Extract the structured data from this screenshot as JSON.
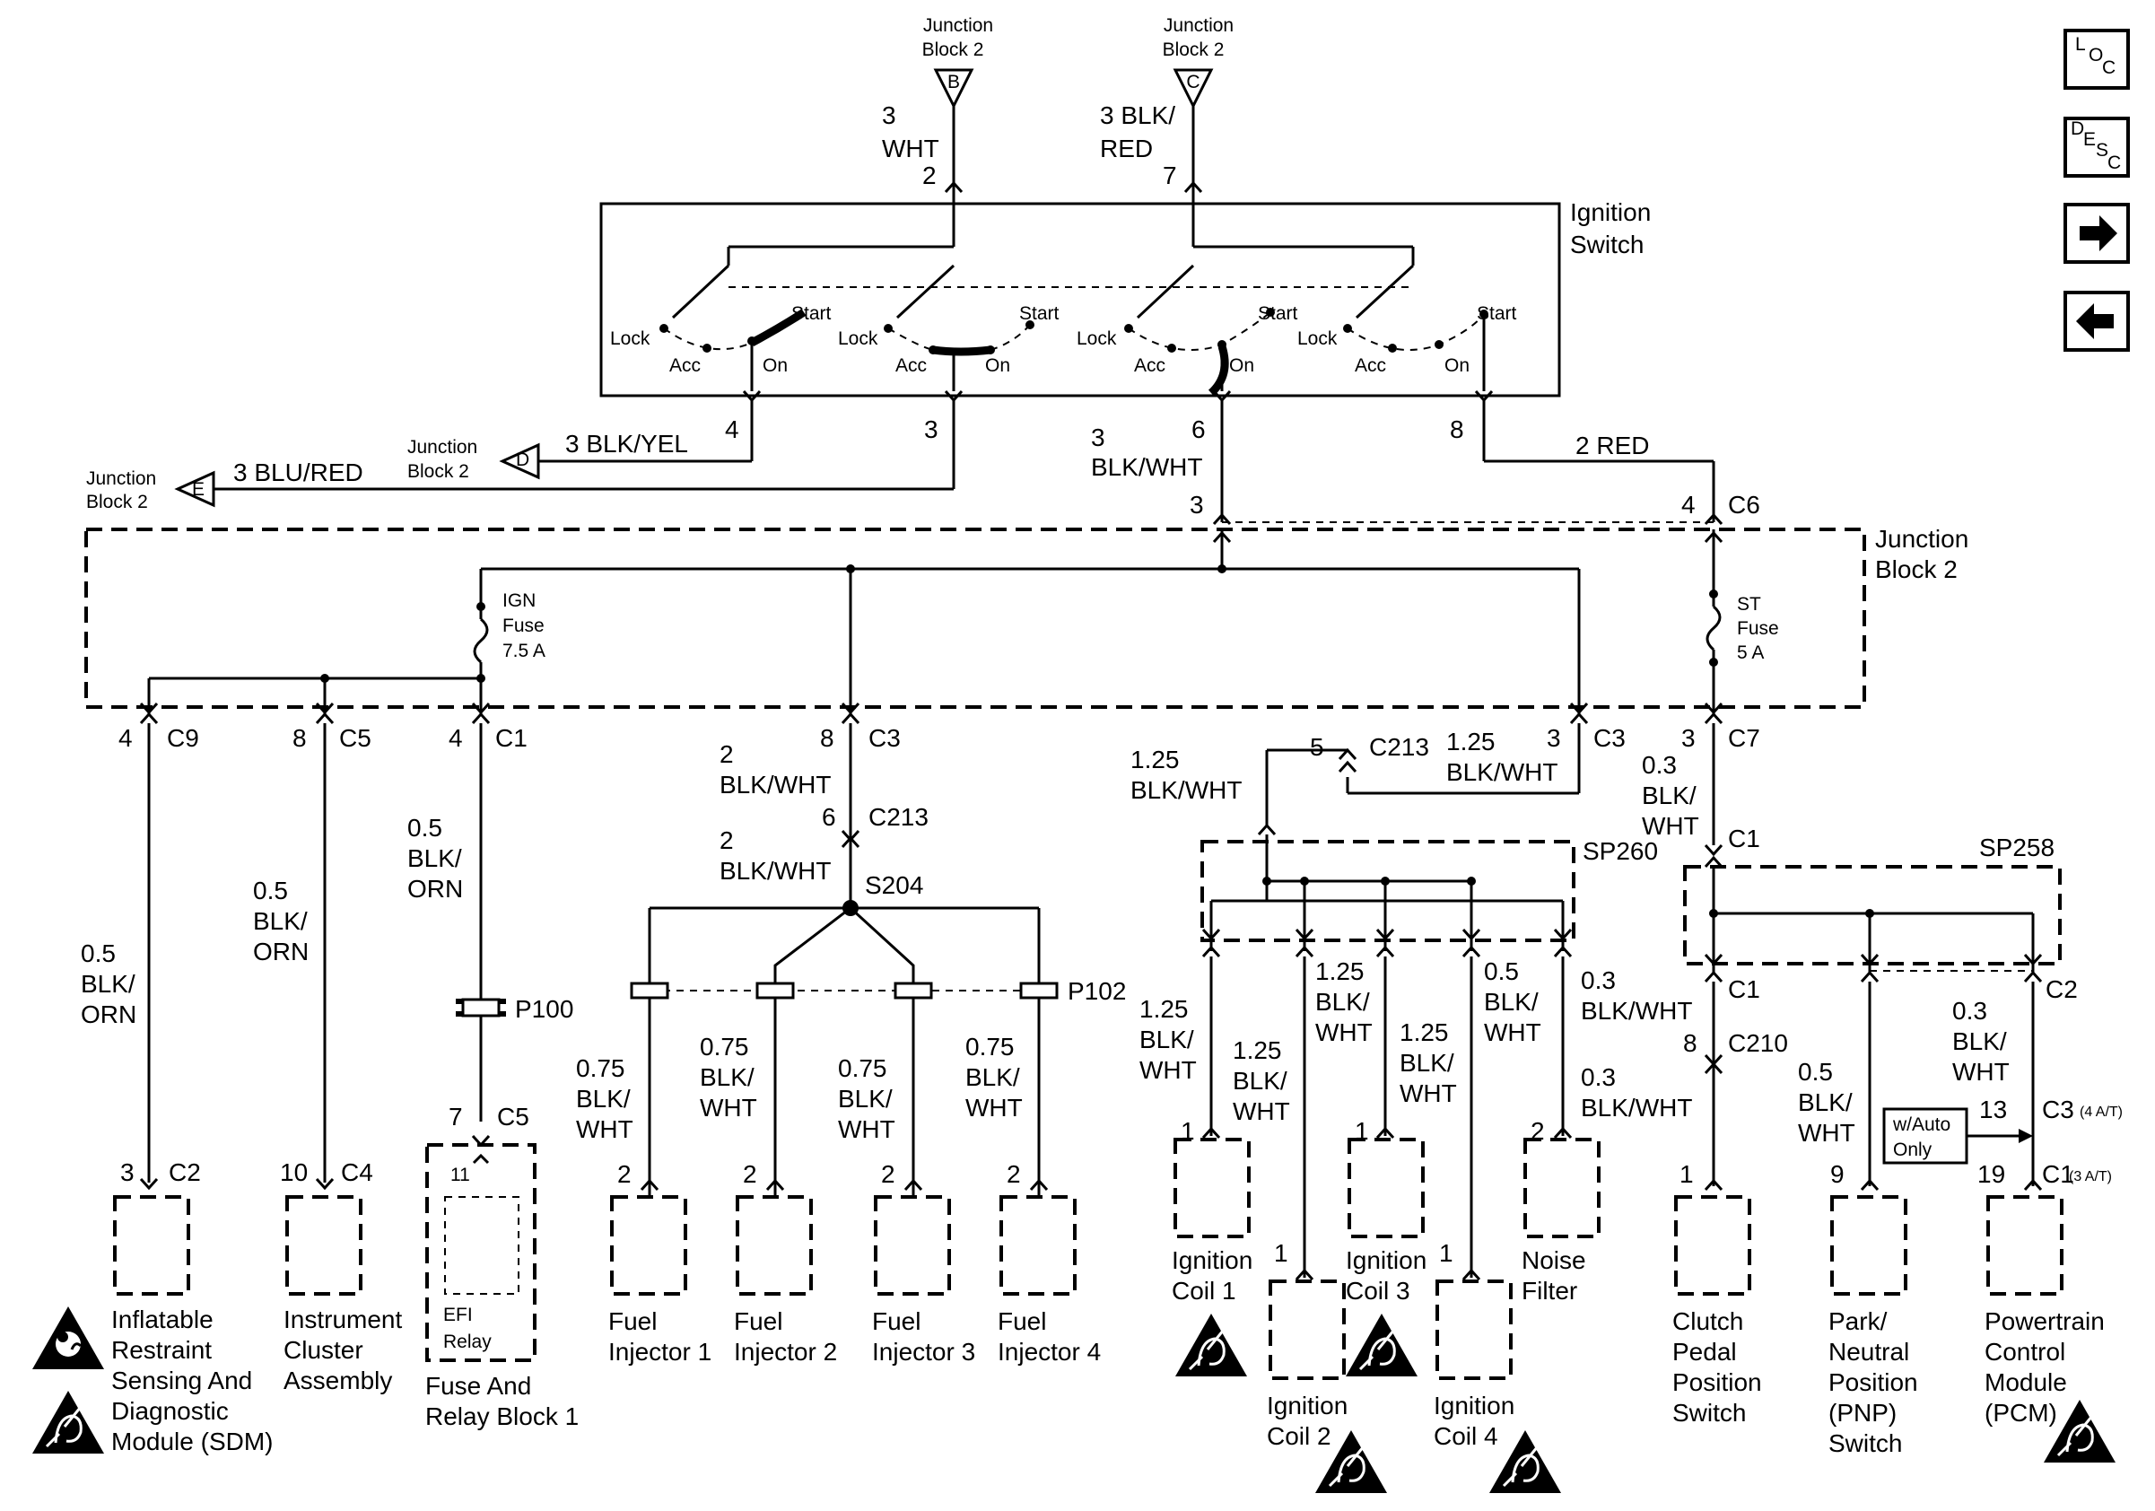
{
  "nav": {
    "loc": "LOC",
    "desc": "DESC",
    "next_icon": "right-arrow-icon",
    "prev_icon": "left-arrow-icon"
  },
  "top": {
    "jb_b": {
      "label1": "Junction",
      "label2": "Block 2",
      "letter": "B",
      "wire1": "3",
      "wire2": "WHT",
      "pin": "2"
    },
    "jb_c": {
      "label1": "Junction",
      "label2": "Block 2",
      "letter": "C",
      "wire1": "3 BLK/",
      "wire2": "RED",
      "pin": "7"
    }
  },
  "ignition_switch": {
    "title1": "Ignition",
    "title2": "Switch",
    "positions": {
      "lock": "Lock",
      "acc": "Acc",
      "on": "On",
      "start": "Start"
    },
    "pins": [
      "4",
      "3",
      "6",
      "8"
    ]
  },
  "left_wiring": {
    "jb_d": {
      "label1": "Junction",
      "label2": "Block 2",
      "letter": "D",
      "wire": "3 BLK/YEL"
    },
    "jb_e": {
      "label1": "Junction",
      "label2": "Block 2",
      "letter": "E",
      "wire": "3 BLU/RED"
    }
  },
  "mid_wire": {
    "wire1": "3",
    "wire2": "BLK/WHT",
    "pin": "3"
  },
  "right_wire": {
    "wire": "2 RED",
    "pin": "4",
    "conn": "C6"
  },
  "junction_block": {
    "title1": "Junction",
    "title2": "Block 2",
    "ign_fuse": [
      "IGN",
      "Fuse",
      "7.5 A"
    ],
    "st_fuse": [
      "ST",
      "Fuse",
      "5 A"
    ],
    "outputs": [
      {
        "pin": "4",
        "conn": "C9"
      },
      {
        "pin": "8",
        "conn": "C5"
      },
      {
        "pin": "4",
        "conn": "C1"
      },
      {
        "pin": "8",
        "conn": "C3"
      },
      {
        "pin": "3",
        "conn": "C3"
      },
      {
        "pin": "3",
        "conn": "C7"
      }
    ]
  },
  "sdm": {
    "wire": [
      "0.5",
      "BLK/",
      "ORN"
    ],
    "pin": "3",
    "conn": "C2",
    "name": [
      "Inflatable",
      "Restraint",
      "Sensing And",
      "Diagnostic",
      "Module (SDM)"
    ]
  },
  "cluster": {
    "wire": [
      "0.5",
      "BLK/",
      "ORN"
    ],
    "pin": "10",
    "conn": "C4",
    "name": [
      "Instrument",
      "Cluster",
      "Assembly"
    ]
  },
  "relay": {
    "wire": [
      "0.5",
      "BLK/",
      "ORN"
    ],
    "p100": "P100",
    "pin": "7",
    "conn": "C5",
    "inner_pin": "11",
    "inner": [
      "EFI",
      "Relay"
    ],
    "name": [
      "Fuse And",
      "Relay Block 1"
    ]
  },
  "injectors": {
    "wire_a": [
      "2",
      "BLK/WHT"
    ],
    "c213_pin": "6",
    "c213": "C213",
    "wire_b": [
      "2",
      "BLK/WHT"
    ],
    "splice": "S204",
    "p102": "P102",
    "items": [
      {
        "wire": [
          "0.75",
          "BLK/",
          "WHT"
        ],
        "pin": "2",
        "name": [
          "Fuel",
          "Injector 1"
        ]
      },
      {
        "wire": [
          "0.75",
          "BLK/",
          "WHT"
        ],
        "pin": "2",
        "name": [
          "Fuel",
          "Injector 2"
        ]
      },
      {
        "wire": [
          "0.75",
          "BLK/",
          "WHT"
        ],
        "pin": "2",
        "name": [
          "Fuel",
          "Injector 3"
        ]
      },
      {
        "wire": [
          "0.75",
          "BLK/",
          "WHT"
        ],
        "pin": "2",
        "name": [
          "Fuel",
          "Injector 4"
        ]
      }
    ]
  },
  "coils": {
    "c213_pin": "5",
    "c213": "C213",
    "wire_top": [
      "1.25",
      "BLK/WHT"
    ],
    "wire_left": [
      "1.25",
      "BLK/WHT"
    ],
    "sp": "SP260",
    "items": [
      {
        "wire": [
          "1.25",
          "BLK/",
          "WHT"
        ],
        "pin": "1",
        "name": [
          "Ignition",
          "Coil 1"
        ]
      },
      {
        "wire": [
          "1.25",
          "BLK/",
          "WHT"
        ],
        "pin": "1",
        "name": [
          "Ignition",
          "Coil 2"
        ]
      },
      {
        "wire": [
          "1.25",
          "BLK/",
          "WHT"
        ],
        "pin": "1",
        "name": [
          "Ignition",
          "Coil 3"
        ]
      },
      {
        "wire": [
          "1.25",
          "BLK/",
          "WHT"
        ],
        "pin": "1",
        "name": [
          "Ignition",
          "Coil 4"
        ]
      },
      {
        "wire": [
          "0.5",
          "BLK/",
          "WHT"
        ],
        "pin": "2",
        "name": [
          "Noise",
          "Filter"
        ]
      }
    ]
  },
  "right_group": {
    "wire_st": [
      "0.3",
      "BLK/",
      "WHT"
    ],
    "c1_top": "C1",
    "sp": "SP258",
    "c1_bottom": "C1",
    "c2": "C2",
    "wire_a": [
      "0.3",
      "BLK/WHT"
    ],
    "c210_pin": "8",
    "c210": "C210",
    "wire_b": [
      "0.3",
      "BLK/WHT"
    ],
    "clutch": {
      "pin": "1",
      "name": [
        "Clutch",
        "Pedal",
        "Position",
        "Switch"
      ]
    },
    "pnp": {
      "wire": [
        "0.5",
        "BLK/",
        "WHT"
      ],
      "pin": "9",
      "name": [
        "Park/",
        "Neutral",
        "Position",
        "(PNP)",
        "Switch"
      ]
    },
    "pcm": {
      "wire": [
        "0.3",
        "BLK/",
        "WHT"
      ],
      "auto_note": [
        "w/Auto",
        "Only"
      ],
      "pin_a": "13",
      "conn_a": "C3",
      "conn_a_note": "(4 A/T)",
      "pin_b": "19",
      "conn_b": "C1",
      "conn_b_note": "(3 A/T)",
      "name": [
        "Powertrain",
        "Control",
        "Module",
        "(PCM)"
      ]
    }
  },
  "icons": {
    "esd": "esd-sensitive-icon",
    "airbag": "airbag-icon"
  }
}
